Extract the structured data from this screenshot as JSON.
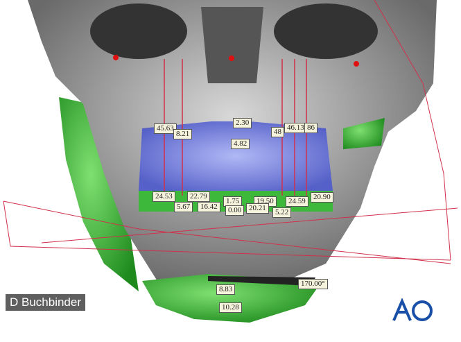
{
  "credit": "D Buchbinder",
  "logo": "AO",
  "colors": {
    "bone": "#9a9a9a",
    "maxilla_segment": "#7d86e0",
    "mandible": "#3db83a",
    "lines": "#d0304a",
    "logo": "#1a4fa8"
  },
  "measurements": [
    "45.63",
    "8.21",
    "2.30",
    "4.82",
    "48",
    "46.13",
    "86",
    "24.53",
    "22.79",
    "5.67",
    "16.42",
    "1.75",
    "0.00",
    "19.50",
    "20.21",
    "5.22",
    "24.59",
    "20.90",
    "8.83",
    "10.28",
    "170.00°"
  ]
}
